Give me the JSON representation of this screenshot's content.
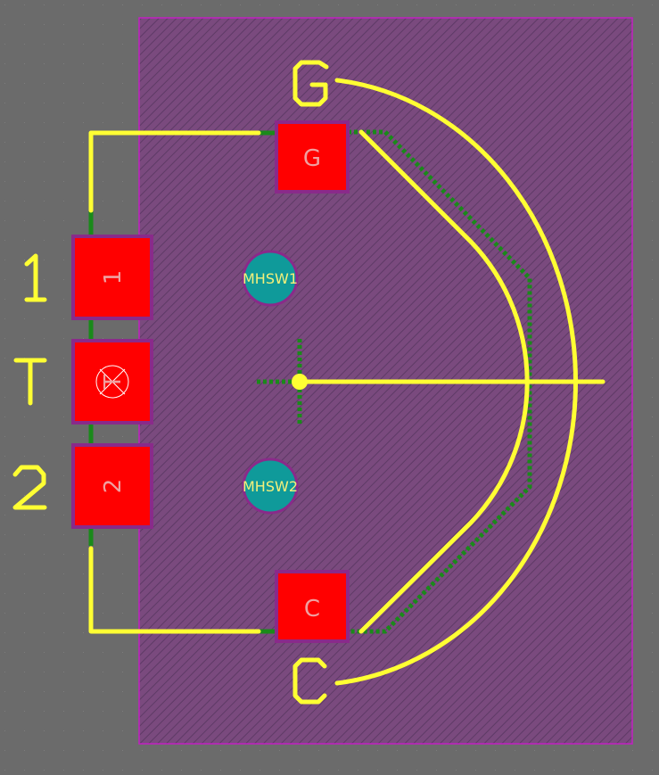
{
  "colors": {
    "background": "#6b6b6b",
    "board_fill": "#7a4a7e",
    "board_outline": "#c21fc2",
    "pad_fill": "#ff0000",
    "pad_outline": "#8a2a8a",
    "silkscreen": "#ffff33",
    "copper_track": "#1a8a1a",
    "via_fill": "#0f9a9a",
    "via_ring": "#8a2a8a",
    "via_label": "#f5f07a",
    "pad_label": "#f0a0a0"
  },
  "designators": {
    "g": "G",
    "c": "C",
    "pin1": "1",
    "pinT": "T",
    "pin2": "2"
  },
  "pads": {
    "g": "G",
    "c": "C",
    "p1": "1",
    "pT": "T",
    "p2": "2"
  },
  "vias": {
    "v1": "MHSW1",
    "v2": "MHSW2"
  }
}
